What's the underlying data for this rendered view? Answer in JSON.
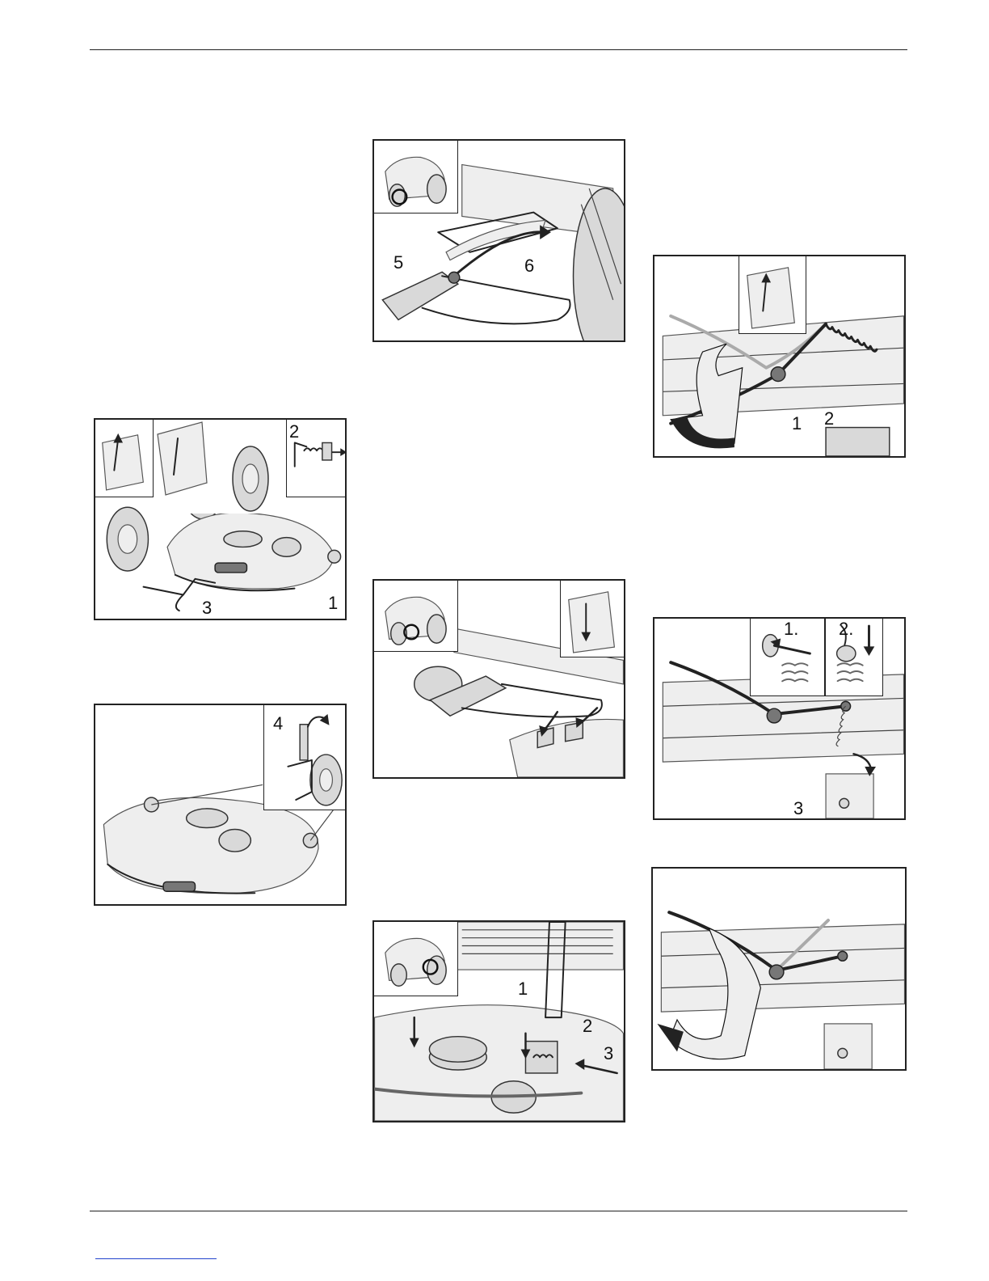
{
  "figures": {
    "fig_a": {
      "callouts": [
        "2",
        "1",
        "3"
      ]
    },
    "fig_b": {
      "callouts": [
        "4"
      ]
    },
    "fig_c": {
      "callouts": [
        "5",
        "6"
      ]
    },
    "fig_d": {
      "callouts": []
    },
    "fig_e": {
      "callouts": [
        "1",
        "2",
        "3"
      ]
    },
    "fig_f": {
      "callouts": [
        "1",
        "2"
      ]
    },
    "fig_g": {
      "callouts": [
        "1.",
        "2.",
        "3"
      ]
    },
    "fig_h": {
      "callouts": []
    }
  },
  "icons": [
    "lever-icon",
    "tractor-icon",
    "rotate-arrow-icon",
    "arrow-icon"
  ]
}
